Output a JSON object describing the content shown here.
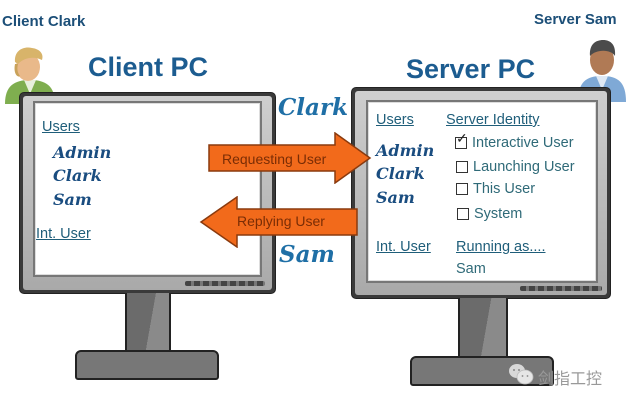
{
  "client": {
    "person_label": "Client Clark",
    "pc_title": "Client PC",
    "screen": {
      "users_heading": "Users",
      "users": [
        "Admin",
        "Clark",
        "Sam"
      ],
      "int_user_label": "Int. User"
    }
  },
  "server": {
    "person_label": "Server Sam",
    "pc_title": "Server PC",
    "screen": {
      "users_heading": "Users",
      "users": [
        "Admin",
        "Clark",
        "Sam"
      ],
      "int_user_label": "Int. User",
      "identity_heading": "Server Identity",
      "identity_options": [
        {
          "label": "Interactive User",
          "checked": true
        },
        {
          "label": "Launching User",
          "checked": false
        },
        {
          "label": "This User",
          "checked": false
        },
        {
          "label": "System",
          "checked": false
        }
      ],
      "running_as_label": "Running as....",
      "running_as_value": "Sam"
    }
  },
  "flow": {
    "request_label": "Requesting User",
    "request_user": "Clark",
    "reply_label": "Replying User",
    "reply_user": "Sam",
    "arrow_color": "#f26a1b",
    "check_glyph": "✓"
  },
  "watermark": {
    "text": "剑指工控"
  }
}
